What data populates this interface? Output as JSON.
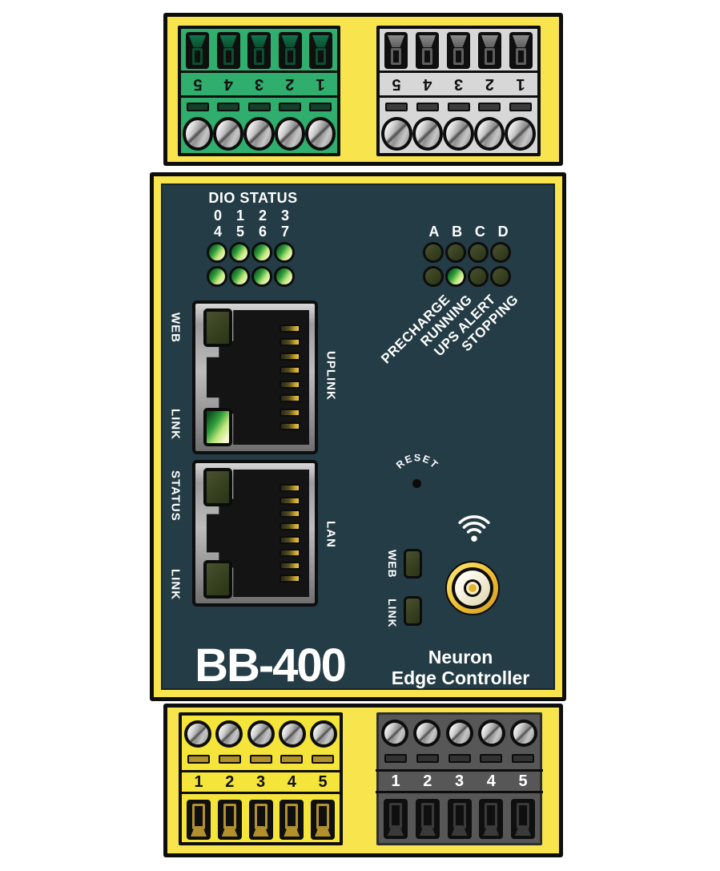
{
  "device": {
    "model": "BB-400",
    "product_line1": "Neuron",
    "product_line2": "Edge Controller"
  },
  "colors": {
    "case_yellow": "#f8e44c",
    "panel_navy": "#243c46",
    "terminal_green": "#2fae6e",
    "terminal_gray": "#d7d7d7",
    "terminal_dark": "#575757",
    "led_on_green": "#3fae4f",
    "led_off_olive": "#37401f",
    "pin_gold": "#d9b53a"
  },
  "top_terminals": {
    "green": {
      "pins": [
        "1",
        "2",
        "3",
        "4",
        "5"
      ]
    },
    "gray": {
      "pins": [
        "1",
        "2",
        "3",
        "4",
        "5"
      ]
    }
  },
  "bottom_terminals": {
    "yellow": {
      "pins": [
        "1",
        "2",
        "3",
        "4",
        "5"
      ]
    },
    "dark": {
      "pins": [
        "1",
        "2",
        "3",
        "4",
        "5"
      ]
    }
  },
  "panel": {
    "dio": {
      "title": "DIO STATUS",
      "numbers_row1": [
        "0",
        "1",
        "2",
        "3"
      ],
      "numbers_row2": [
        "4",
        "5",
        "6",
        "7"
      ],
      "leds_row1": [
        "on",
        "on",
        "on",
        "on"
      ],
      "leds_row2": [
        "on",
        "on",
        "on",
        "on"
      ]
    },
    "ups": {
      "channel_labels": [
        "A",
        "B",
        "C",
        "D"
      ],
      "leds_row1": [
        "off",
        "off",
        "off",
        "off"
      ],
      "leds_row2": [
        "off",
        "on",
        "off",
        "off"
      ],
      "status_labels": [
        "PRECHARGE",
        "RUNNING",
        "UPS ALERT",
        "STOPPING"
      ]
    },
    "ethernet": {
      "uplink": {
        "port_label": "UPLINK",
        "led1_label": "WEB",
        "led2_label": "LINK",
        "led1": "off",
        "led2": "on"
      },
      "lan": {
        "port_label": "LAN",
        "led1_label": "STATUS",
        "led2_label": "LINK",
        "led1": "off",
        "led2": "off"
      }
    },
    "reset_label": "RESET",
    "wireless": {
      "web_label": "WEB",
      "link_label": "LINK",
      "web_led": "off",
      "link_led": "off"
    }
  }
}
